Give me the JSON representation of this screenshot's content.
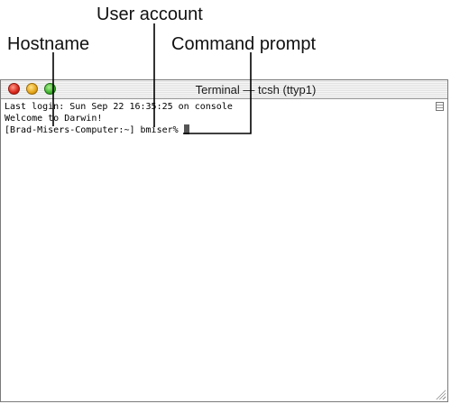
{
  "callouts": {
    "user_account": "User account",
    "hostname": "Hostname",
    "command_prompt": "Command prompt"
  },
  "window": {
    "title": "Terminal — tcsh (ttyp1)",
    "buttons": {
      "close_color": "#d8261a",
      "minimize_color": "#e4a417",
      "zoom_color": "#3bb12a"
    }
  },
  "terminal": {
    "lines": [
      "Last login: Sun Sep 22 16:35:25 on console",
      "Welcome to Darwin!"
    ],
    "prompt": "[Brad-Misers-Computer:~] bmiser% "
  }
}
